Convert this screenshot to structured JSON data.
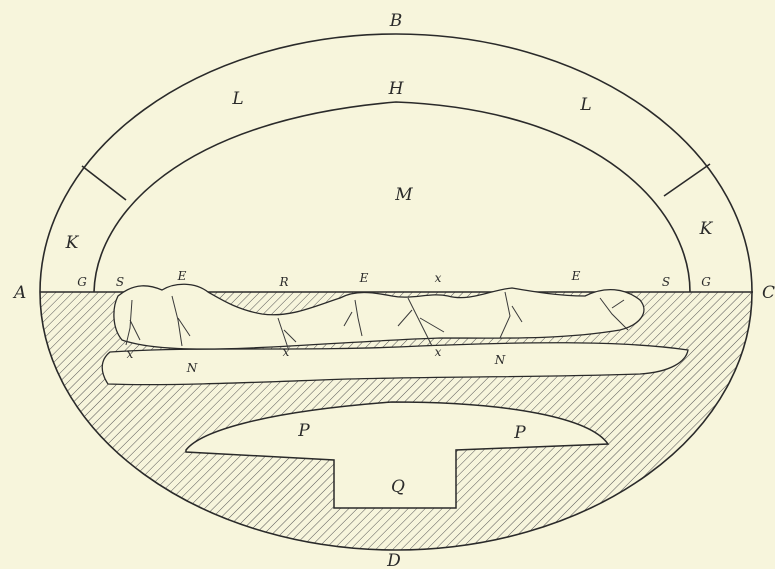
{
  "colors": {
    "paper": "#f7f5dc",
    "ink": "#2a2a2a",
    "hatch": "#555555"
  },
  "labels": {
    "B": "B",
    "D": "D",
    "H": "H",
    "L_left": "L",
    "L_right": "L",
    "M": "M",
    "K_left": "K",
    "K_right": "K",
    "A": "A",
    "C": "C",
    "G_left": "G",
    "G_right": "G",
    "S_left": "S",
    "S_right": "S",
    "E_1": "E",
    "E_2": "E",
    "E_3": "E",
    "R": "R",
    "x_top": "x",
    "x_1": "x",
    "x_2": "x",
    "x_3": "x",
    "N_left": "N",
    "N_right": "N",
    "P_left": "P",
    "P_right": "P",
    "Q": "Q"
  }
}
